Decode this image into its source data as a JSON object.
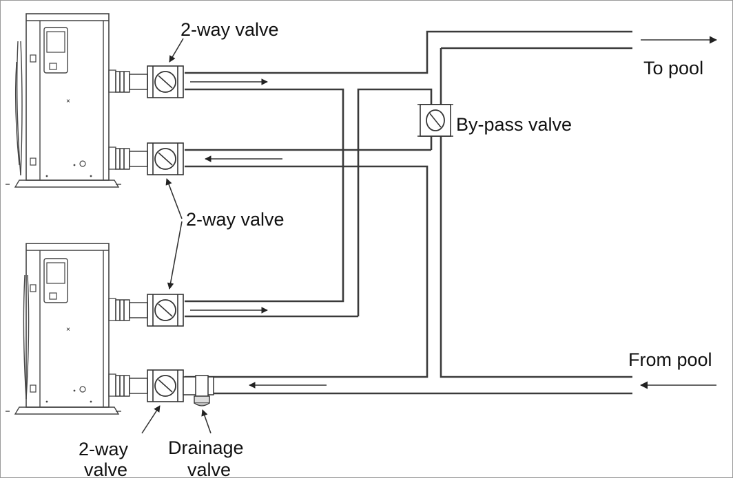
{
  "labels": {
    "valve_top": "2-way valve",
    "valve_middle": "2-way valve",
    "valve_bottom_line1": "2-way",
    "valve_bottom_line2": "valve",
    "drainage_line1": "Drainage",
    "drainage_line2": "valve",
    "bypass": "By-pass valve",
    "to_pool": "To pool",
    "from_pool": "From pool"
  },
  "colors": {
    "line": "#3a3a3a",
    "background": "#ffffff",
    "text": "#111111"
  },
  "components": {
    "heat_pump_units": 2,
    "two_way_valves": 4,
    "bypass_valves": 1,
    "drainage_valves": 1,
    "icons": [
      "heat-pump-unit",
      "two-way-valve",
      "bypass-valve",
      "drainage-valve",
      "flow-arrow"
    ]
  }
}
